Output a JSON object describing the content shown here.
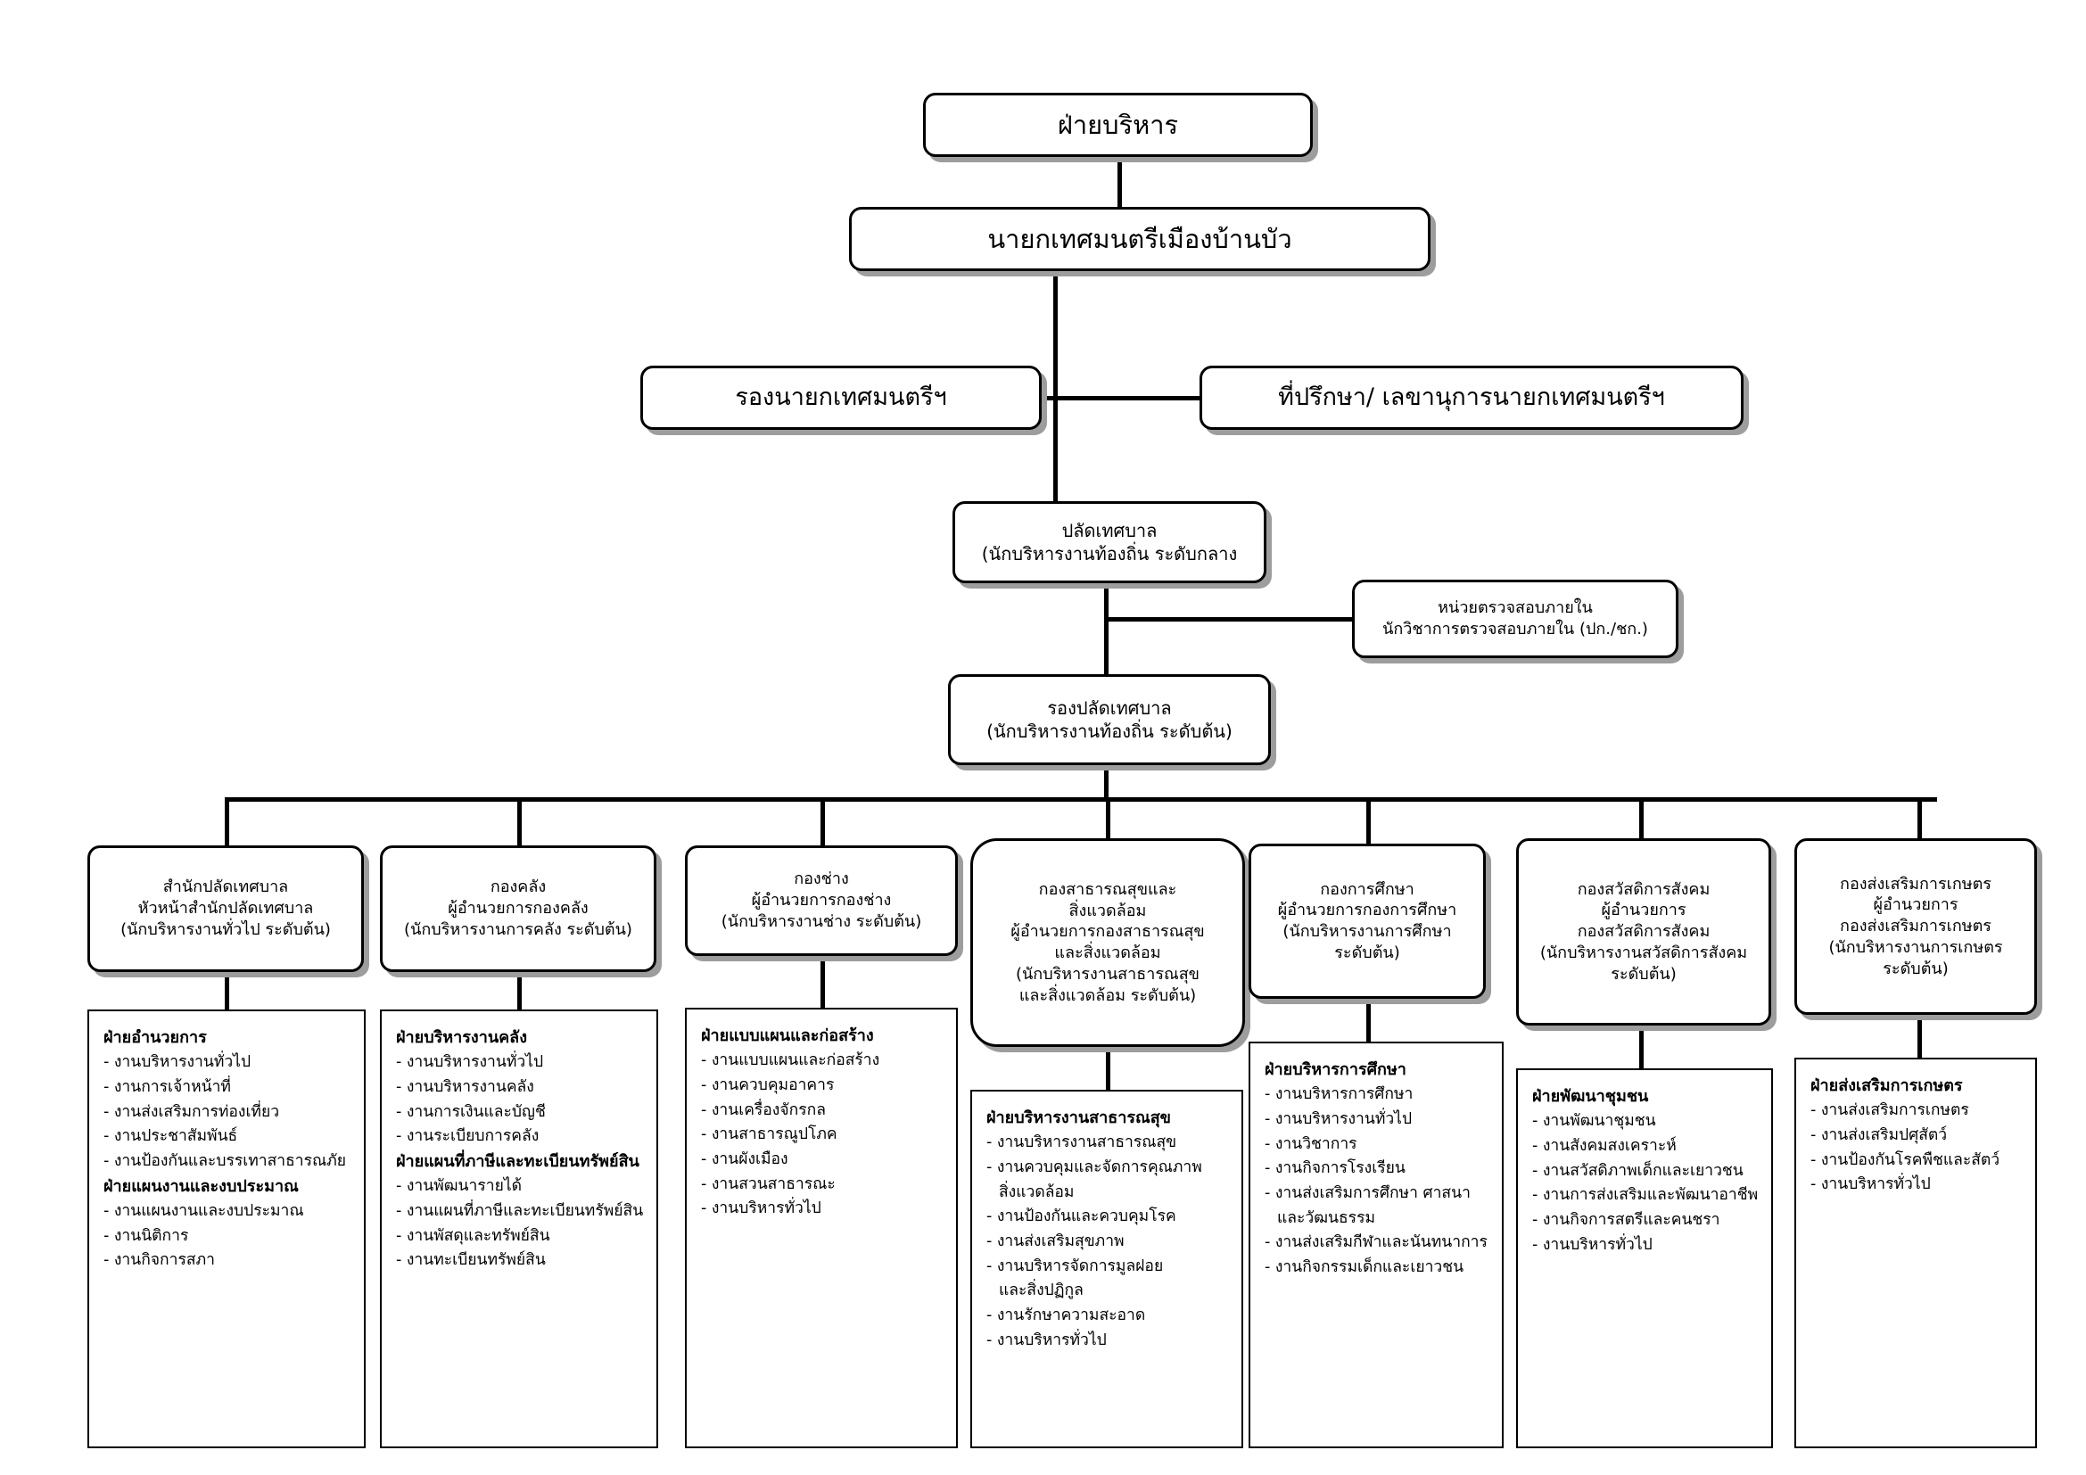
{
  "chart_title": "ฝ่ายบริหาร",
  "top": {
    "executive": "ฝ่ายบริหาร",
    "mayor": "นายกเทศมนตรีเมืองบ้านบัว",
    "deputy_mayor": "รองนายกเทศมนตรีฯ",
    "advisor": "ที่ปรึกษา/ เลขานุการนายกเทศมนตรีฯ",
    "clerk_line1": "ปลัดเทศบาล",
    "clerk_line2": "(นักบริหารงานท้องถิ่น ระดับกลาง",
    "audit_line1": "หน่วยตรวจสอบภายใน",
    "audit_line2": "นักวิชาการตรวจสอบภายใน (ปก./ชก.)",
    "deputy_clerk_line1": "รองปลัดเทศบาล",
    "deputy_clerk_line2": "(นักบริหารงานท้องถิ่น ระดับต้น)"
  },
  "departments": [
    {
      "head": [
        "สำนักปลัดเทศบาล",
        "หัวหน้าสำนักปลัดเทศบาล",
        "(นักบริหารงานทั่วไป ระดับต้น)"
      ],
      "groups": [
        {
          "title": "ฝ่ายอำนวยการ",
          "items": [
            "- งานบริหารงานทั่วไป",
            "- งานการเจ้าหน้าที่",
            "- งานส่งเสริมการท่องเที่ยว",
            "- งานประชาสัมพันธ์",
            "- งานป้องกันและบรรเทาสาธารณภัย"
          ]
        },
        {
          "title": "ฝ่ายแผนงานและงบประมาณ",
          "items": [
            "- งานแผนงานและงบประมาณ",
            "- งานนิติการ",
            "- งานกิจการสภา"
          ]
        }
      ]
    },
    {
      "head": [
        "กองคลัง",
        "ผู้อำนวยการกองคลัง",
        "(นักบริหารงานการคลัง ระดับต้น)"
      ],
      "groups": [
        {
          "title": "ฝ่ายบริหารงานคลัง",
          "items": [
            "- งานบริหารงานทั่วไป",
            "- งานบริหารงานคลัง",
            "- งานการเงินและบัญชี",
            "- งานระเบียบการคลัง"
          ]
        },
        {
          "title": "ฝ่ายแผนที่ภาษีและทะเบียนทรัพย์สิน",
          "items": [
            "- งานพัฒนารายได้",
            "- งานแผนที่ภาษีและทะเบียนทรัพย์สิน",
            "- งานพัสดุและทรัพย์สิน",
            "- งานทะเบียนทรัพย์สิน"
          ]
        }
      ]
    },
    {
      "head": [
        "กองช่าง",
        "ผู้อำนวยการกองช่าง",
        "(นักบริหารงานช่าง ระดับต้น)"
      ],
      "groups": [
        {
          "title": "ฝ่ายแบบแผนและก่อสร้าง",
          "items": [
            "- งานแบบแผนและก่อสร้าง",
            "- งานควบคุมอาคาร",
            "- งานเครื่องจักรกล",
            "- งานสาธารณูปโภค",
            "- งานผังเมือง",
            "- งานสวนสาธารณะ",
            "- งานบริหารทั่วไป"
          ]
        }
      ]
    },
    {
      "head": [
        "กองสาธารณสุขและ",
        "สิ่งแวดล้อม",
        "ผู้อำนวยการกองสาธารณสุข",
        "และสิ่งแวดล้อม",
        "(นักบริหารงานสาธารณสุข",
        "และสิ่งแวดล้อม ระดับต้น)"
      ],
      "groups": [
        {
          "title": "ฝ่ายบริหารงานสาธารณสุข",
          "items": [
            "- งานบริหารงานสาธารณสุข",
            "- งานควบคุมและจัดการคุณภาพ",
            "สิ่งแวดล้อม",
            "- งานป้องกันและควบคุมโรค",
            "- งานส่งเสริมสุขภาพ",
            "- งานบริหารจัดการมูลฝอย",
            "และสิ่งปฏิกูล",
            "- งานรักษาความสะอาด",
            "- งานบริหารทั่วไป"
          ]
        }
      ]
    },
    {
      "head": [
        "กองการศึกษา",
        "ผู้อำนวยการกองการศึกษา",
        "(นักบริหารงานการศึกษา",
        "ระดับต้น)"
      ],
      "groups": [
        {
          "title": "ฝ่ายบริหารการศึกษา",
          "items": [
            "- งานบริหารการศึกษา",
            "- งานบริหารงานทั่วไป",
            "- งานวิชาการ",
            "- งานกิจการโรงเรียน",
            "- งานส่งเสริมการศึกษา ศาสนา",
            "และวัฒนธรรม",
            "- งานส่งเสริมกีฬาและนันทนาการ",
            "- งานกิจกรรมเด็กและเยาวชน"
          ]
        }
      ]
    },
    {
      "head": [
        "กองสวัสดิการสังคม",
        "ผู้อำนวยการ",
        "กองสวัสดิการสังคม",
        "(นักบริหารงานสวัสดิการสังคม",
        "ระดับต้น)"
      ],
      "groups": [
        {
          "title": "ฝ่ายพัฒนาชุมชน",
          "items": [
            "- งานพัฒนาชุมชน",
            "- งานสังคมสงเคราะห์",
            "- งานสวัสดิภาพเด็กและเยาวชน",
            "- งานการส่งเสริมและพัฒนาอาชีพ",
            "- งานกิจการสตรีและคนชรา",
            "-  งานบริหารทั่วไป"
          ]
        }
      ]
    },
    {
      "head": [
        "กองส่งเสริมการเกษตร",
        "ผู้อำนวยการ",
        "กองส่งเสริมการเกษตร",
        "(นักบริหารงานการเกษตร",
        "ระดับต้น)"
      ],
      "groups": [
        {
          "title": "ฝ่ายส่งเสริมการเกษตร",
          "items": [
            "- งานส่งเสริมการเกษตร",
            "- งานส่งเสริมปศุสัตว์",
            "- งานป้องกันโรคพืชและสัตว์",
            "- งานบริหารทั่วไป"
          ]
        }
      ]
    }
  ],
  "colors": {
    "line": "#000000",
    "box_fill": "#ffffff",
    "shadow": "#9d9d9d"
  }
}
